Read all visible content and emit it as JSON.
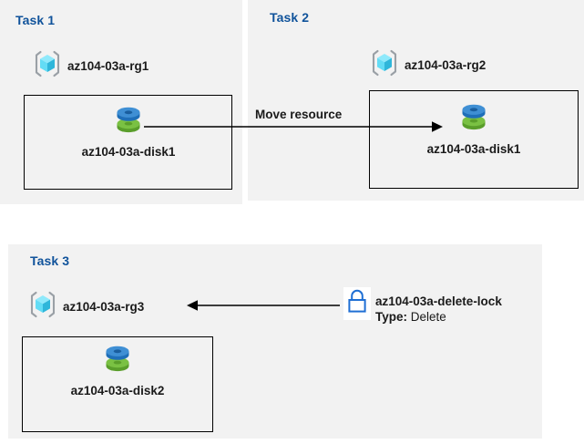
{
  "colors": {
    "panel_bg": "#f2f2f2",
    "page_bg": "#ffffff",
    "title_blue": "#10539b",
    "text": "#1a1a1a",
    "line": "#000000",
    "rg_cube_light": "#7fe3f5",
    "rg_cube_mid": "#4fd4ef",
    "rg_cube_dark": "#2aa8cc",
    "rg_bracket": "#9aa0a6",
    "disk_blue": "#3f8fd4",
    "disk_blue_dark": "#1f6fb8",
    "disk_green": "#7ac143",
    "disk_green_dark": "#5a9e2b",
    "lock_blue": "#1f6fd4"
  },
  "panels": [
    {
      "id": "task1",
      "title": "Task 1",
      "resource_group": {
        "label": "az104-03a-rg1",
        "icon": "resource-group-icon"
      },
      "resource": {
        "label": "az104-03a-disk1",
        "icon": "managed-disk-icon"
      }
    },
    {
      "id": "task2",
      "title": "Task 2",
      "resource_group": {
        "label": "az104-03a-rg2",
        "icon": "resource-group-icon"
      },
      "resource": {
        "label": "az104-03a-disk1",
        "icon": "managed-disk-icon"
      }
    },
    {
      "id": "task3",
      "title": "Task 3",
      "resource_group": {
        "label": "az104-03a-rg3",
        "icon": "resource-group-icon"
      },
      "resource": {
        "label": "az104-03a-disk2",
        "icon": "managed-disk-icon"
      }
    }
  ],
  "connectors": {
    "move": {
      "label": "Move resource",
      "direction": "right",
      "from": "az104-03a-disk1 (Task 1)",
      "to": "az104-03a-disk1 (Task 2)"
    },
    "lock_link": {
      "label": "",
      "direction": "left",
      "from": "az104-03a-delete-lock",
      "to": "az104-03a-rg3"
    }
  },
  "lock": {
    "icon": "lock-icon",
    "name": "az104-03a-delete-lock",
    "type_key": "Type:",
    "type_value": "Delete"
  }
}
